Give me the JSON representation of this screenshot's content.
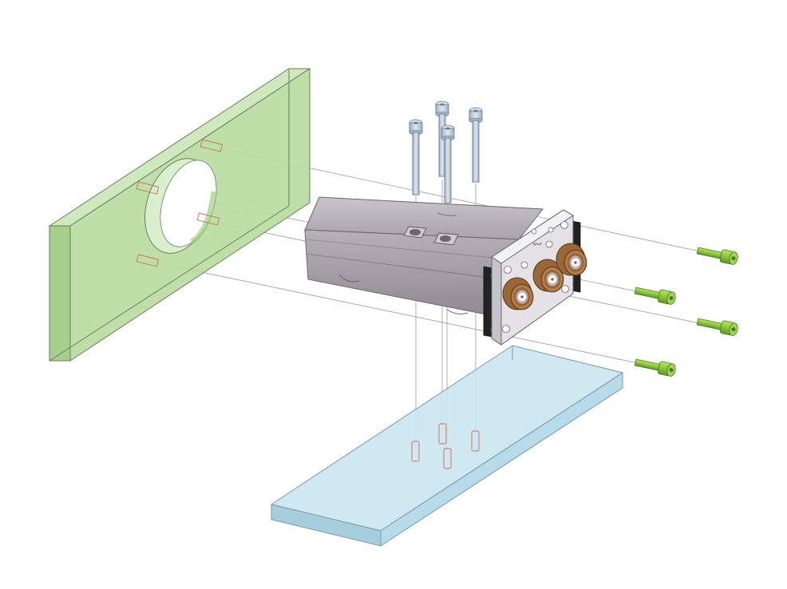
{
  "diagram": {
    "kind": "exploded-assembly",
    "parts": [
      {
        "name": "mounting-plate",
        "color": "#b9dca0",
        "material": "transparent"
      },
      {
        "name": "base-plate",
        "color": "#b7dbe8",
        "material": "transparent"
      },
      {
        "name": "valve-body",
        "color": "#aba5ad"
      },
      {
        "name": "front-end-plate",
        "color": "#dcdadd"
      },
      {
        "name": "end-seals",
        "color": "#222222"
      },
      {
        "name": "fitting-ports",
        "count": 3,
        "color": "#b57b47"
      },
      {
        "name": "vertical-cap-screws",
        "count": 4,
        "color": "#b8c9d9"
      },
      {
        "name": "horizontal-cap-screws",
        "count": 4,
        "color": "#8cc63c"
      },
      {
        "name": "base-inserts",
        "count": 4,
        "color": "#ce6d55"
      },
      {
        "name": "plate-inserts",
        "count": 4,
        "color": "#ce6d55"
      }
    ],
    "marking": "Ψ=F"
  }
}
